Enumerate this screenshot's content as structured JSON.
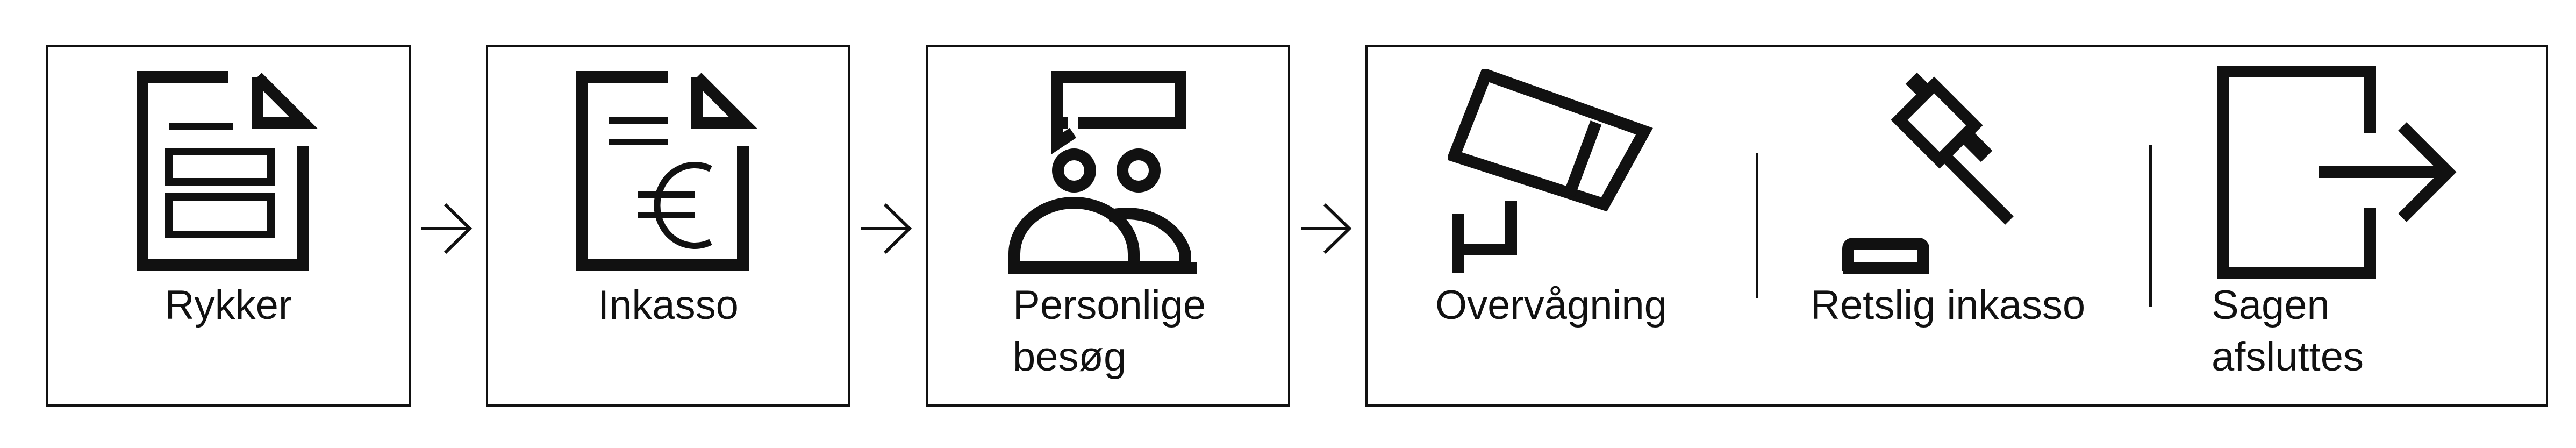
{
  "steps": [
    {
      "label": "Rykker",
      "icon": "reminder-document-icon"
    },
    {
      "label": "Inkasso",
      "icon": "euro-document-icon"
    },
    {
      "label": "Personlige\nbesøg",
      "icon": "people-conversation-icon"
    }
  ],
  "final_group": [
    {
      "label": "Overvågning",
      "icon": "surveillance-camera-icon"
    },
    {
      "label": "Retslig inkasso",
      "icon": "gavel-icon"
    },
    {
      "label": "Sagen\nafsluttes",
      "icon": "exit-icon"
    }
  ],
  "connector_symbol": "arrow-right-icon",
  "colors": {
    "stroke": "#111111",
    "background": "#ffffff"
  }
}
